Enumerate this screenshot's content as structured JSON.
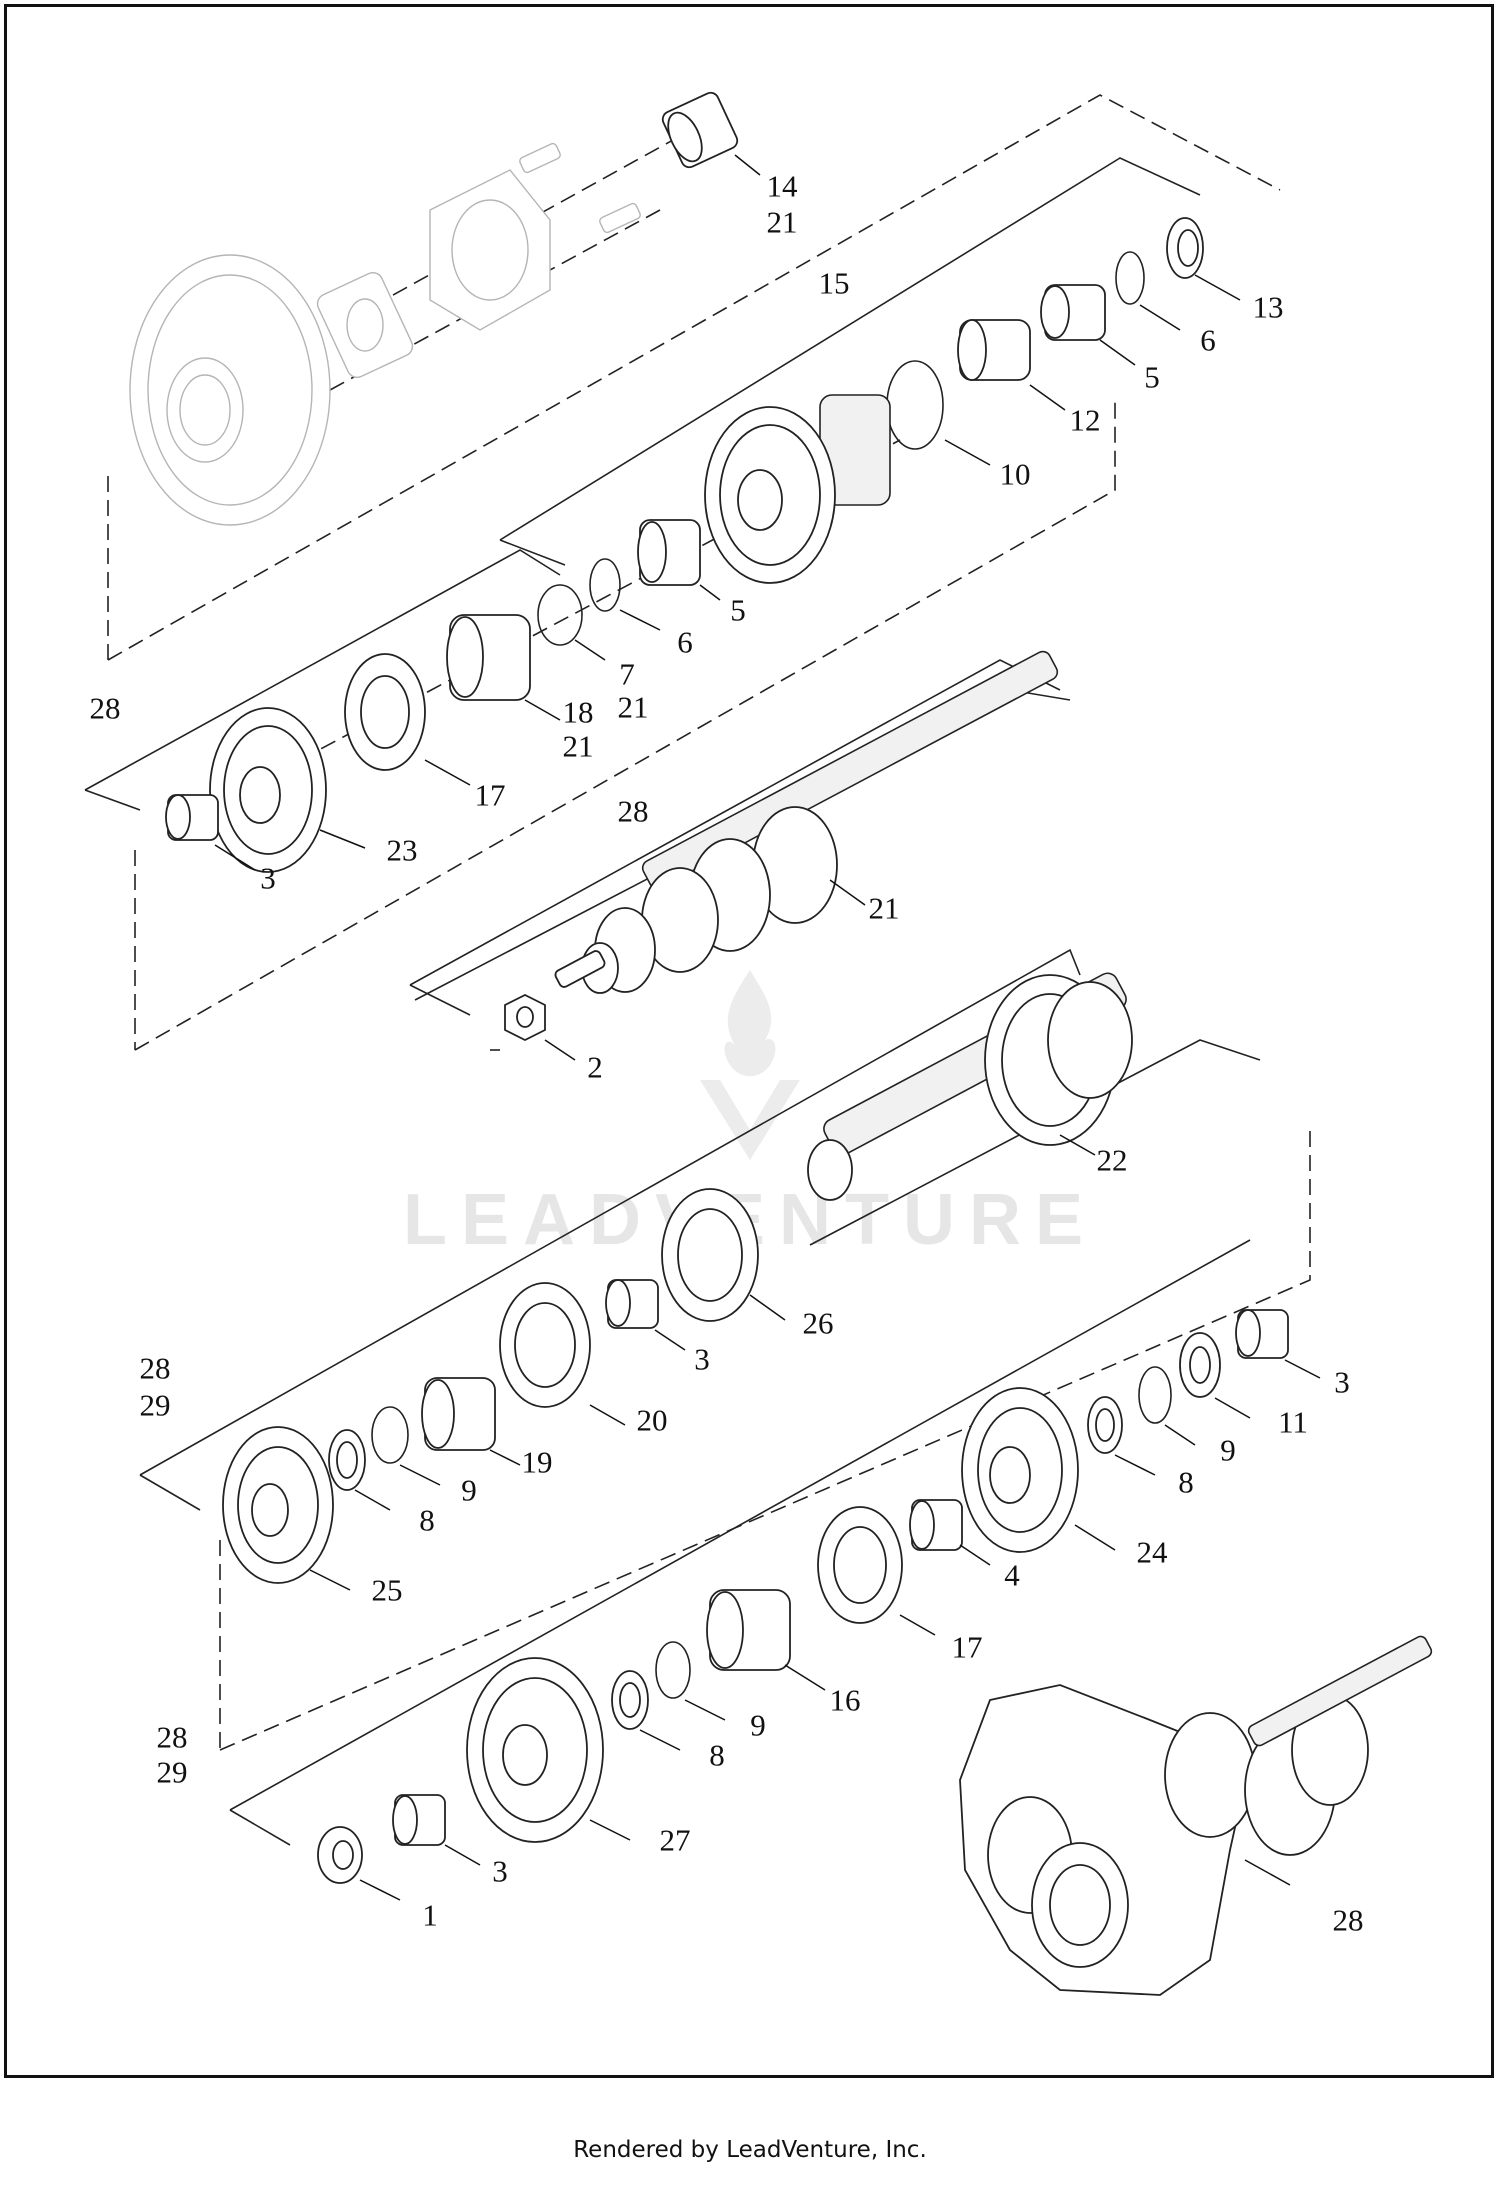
{
  "diagram": {
    "callouts": [
      {
        "id": "c14",
        "text": "14"
      },
      {
        "id": "c21a",
        "text": "21"
      },
      {
        "id": "c15",
        "text": "15"
      },
      {
        "id": "c13",
        "text": "13"
      },
      {
        "id": "c6a",
        "text": "6"
      },
      {
        "id": "c5a",
        "text": "5"
      },
      {
        "id": "c12",
        "text": "12"
      },
      {
        "id": "c10",
        "text": "10"
      },
      {
        "id": "c5b",
        "text": "5"
      },
      {
        "id": "c6b",
        "text": "6"
      },
      {
        "id": "c7",
        "text": "7"
      },
      {
        "id": "c21b",
        "text": "21"
      },
      {
        "id": "c18",
        "text": "18"
      },
      {
        "id": "c21c",
        "text": "21"
      },
      {
        "id": "c28a",
        "text": "28"
      },
      {
        "id": "c17a",
        "text": "17"
      },
      {
        "id": "c23",
        "text": "23"
      },
      {
        "id": "c3a",
        "text": "3"
      },
      {
        "id": "c28b",
        "text": "28"
      },
      {
        "id": "c21d",
        "text": "21"
      },
      {
        "id": "c2",
        "text": "2"
      },
      {
        "id": "c22",
        "text": "22"
      },
      {
        "id": "c26",
        "text": "26"
      },
      {
        "id": "c3b",
        "text": "3"
      },
      {
        "id": "c3c",
        "text": "3"
      },
      {
        "id": "c28c",
        "text": "28"
      },
      {
        "id": "c29a",
        "text": "29"
      },
      {
        "id": "c20",
        "text": "20"
      },
      {
        "id": "c11",
        "text": "11"
      },
      {
        "id": "c9a",
        "text": "9"
      },
      {
        "id": "c19",
        "text": "19"
      },
      {
        "id": "c8a",
        "text": "8"
      },
      {
        "id": "c9b",
        "text": "9"
      },
      {
        "id": "c8b",
        "text": "8"
      },
      {
        "id": "c24",
        "text": "24"
      },
      {
        "id": "c25",
        "text": "25"
      },
      {
        "id": "c4",
        "text": "4"
      },
      {
        "id": "c17b",
        "text": "17"
      },
      {
        "id": "c16",
        "text": "16"
      },
      {
        "id": "c9c",
        "text": "9"
      },
      {
        "id": "c8c",
        "text": "8"
      },
      {
        "id": "c28d",
        "text": "28"
      },
      {
        "id": "c29b",
        "text": "29"
      },
      {
        "id": "c27",
        "text": "27"
      },
      {
        "id": "c3d",
        "text": "3"
      },
      {
        "id": "c1",
        "text": "1"
      },
      {
        "id": "c28e",
        "text": "28"
      }
    ]
  },
  "watermark": "LEADVENTURE",
  "credit": "Rendered by LeadVenture, Inc."
}
